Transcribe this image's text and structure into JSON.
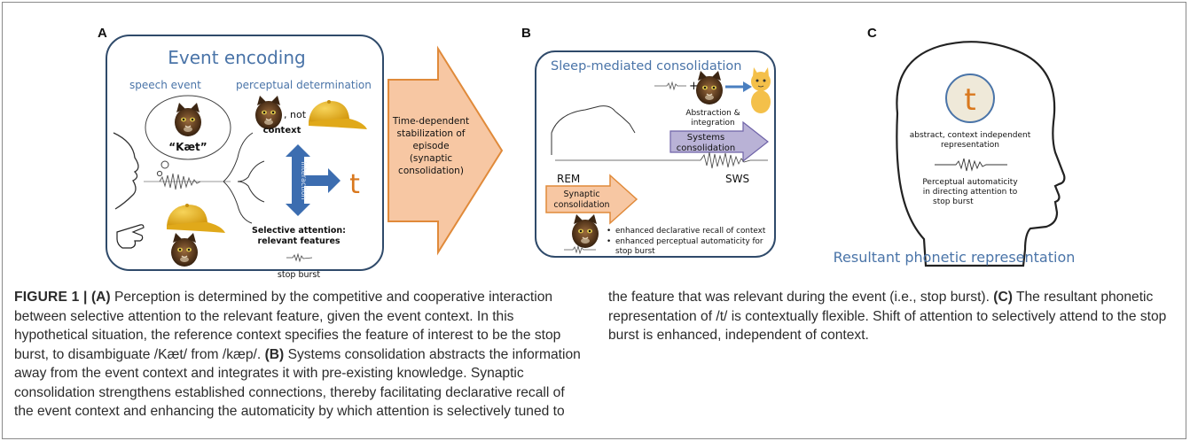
{
  "panels": {
    "a": {
      "letter": "A",
      "title": "Event encoding",
      "speech_event": "speech event",
      "perceptual_determination": "perceptual determination",
      "word": "“Kæt”",
      "not_suffix": ", not",
      "context": "context",
      "interaction": "interaction",
      "t_glyph": "t",
      "selective_attention_1": "Selective attention:",
      "selective_attention_2": "relevant features",
      "stop_burst": "stop burst"
    },
    "arrow1": {
      "lines": [
        "Time-dependent",
        "stabilization of",
        "episode",
        "(synaptic",
        "consolidation)"
      ]
    },
    "b": {
      "letter": "B",
      "title": "Sleep-mediated consolidation",
      "plus": "+",
      "abstraction_1": "Abstraction &",
      "abstraction_2": "integration",
      "systems_1": "Systems",
      "systems_2": "consolidation",
      "rem": "REM",
      "sws": "SWS",
      "synaptic_1": "Synaptic",
      "synaptic_2": "consolidation",
      "bullet_1": "enhanced declarative recall of context",
      "bullet_2a": "enhanced perceptual automaticity for",
      "bullet_2b": "stop burst"
    },
    "c": {
      "letter": "C",
      "t_glyph": "t",
      "repr_1": "abstract, context independent",
      "repr_2": "representation",
      "auto_1": "Perceptual automaticity",
      "auto_2": "in directing attention to",
      "auto_3": "stop burst",
      "resultant": "Resultant phonetic representation"
    }
  },
  "caption": {
    "lead": "FIGURE 1 |",
    "a_label": "(A)",
    "a_text": "Perception is determined by the competitive and cooperative interaction between selective attention to the relevant feature, given the event context. In this hypothetical situation, the reference context specifies the feature of interest to be the stop burst, to disambiguate /Kæt/ from /kæp/.",
    "b_label": "(B)",
    "b_text": "Systems consolidation abstracts the information away from the event context and integrates it with pre-existing knowledge. Synaptic consolidation strengthens established connections, thereby facilitating declarative recall of the event context and enhancing the automaticity by which attention is selectively tuned to the feature that was relevant during the event (i.e., stop burst).",
    "c_label": "(C)",
    "c_text": "The resultant phonetic representation of /t/ is contextually flexible. Shift of attention to selectively attend to the stop burst is enhanced, independent of context."
  },
  "colors": {
    "blue_text": "#4a74a8",
    "panel_border": "#2f4a6a",
    "orange_arrow": "#f7c7a3",
    "orange_border": "#e08a3a",
    "t_orange": "#d9781e",
    "purple_arrow": "#b9b2d6",
    "cap_yellow": "#e7b21c",
    "interaction_blue": "#3c6db0"
  },
  "icons": [
    "cat-face-icon",
    "yellow-cap-icon",
    "pointing-hand-icon",
    "face-profile-icon",
    "waveform-icon",
    "head-outline-icon",
    "cartoon-cat-icon"
  ]
}
